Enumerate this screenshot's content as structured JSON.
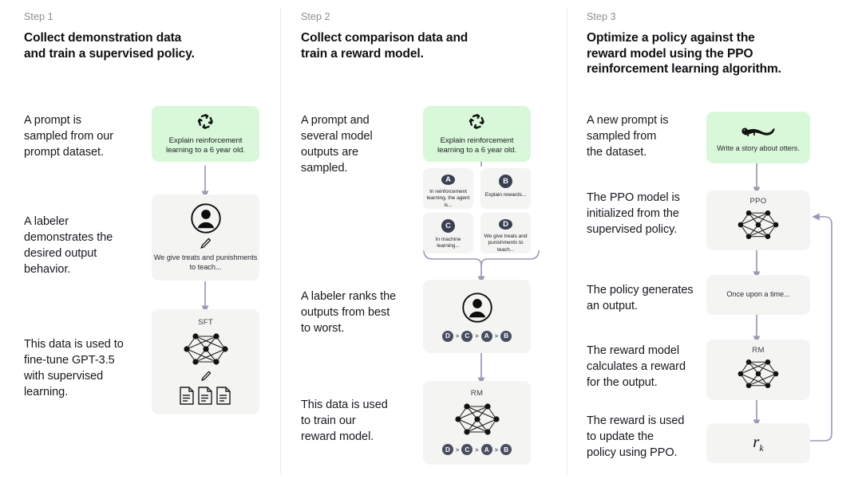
{
  "accent": {
    "green_card": "#d9f7d9",
    "gray_card": "#f4f4f2",
    "arrow": "#9a9ab4",
    "badge": "#3b3f52",
    "divider": "#ececec"
  },
  "columns": [
    {
      "step_label": "Step 1",
      "title": "Collect demonstration data\nand train a supervised policy.",
      "title_lines": [
        "Collect demonstration data",
        "and train a supervised policy."
      ],
      "descriptions": [
        "A prompt is\nsampled from our\nprompt dataset.",
        "A labeler\ndemonstrates the\ndesired output\nbehavior.",
        "This data is used to\nfine-tune GPT-3.5\nwith supervised\nlearning."
      ],
      "cards": [
        {
          "kind": "green",
          "icon": "cycle-icon",
          "text": "Explain reinforcement learning to a 6 year old."
        },
        {
          "kind": "gray",
          "icon": "labeler-person-icon",
          "sub_icon": "pencil-icon",
          "text": "We give treats and punishments to teach..."
        },
        {
          "kind": "gray",
          "title": "SFT",
          "icon": "neural-network-icon",
          "sub_icon": "pencil-icon",
          "extra_icon": "documents-icon"
        }
      ]
    },
    {
      "step_label": "Step 2",
      "title": "Collect comparison data and\ntrain a reward model.",
      "title_lines": [
        "Collect comparison data and",
        "train a reward model."
      ],
      "descriptions": [
        "A prompt and\nseveral model\noutputs are\nsampled.",
        "A labeler ranks the\noutputs from best\nto worst.",
        "This data is used\nto train our\nreward model."
      ],
      "cards": [
        {
          "kind": "green",
          "icon": "cycle-icon",
          "text": "Explain reinforcement learning to a 6 year old."
        },
        {
          "kind": "gray",
          "icon": "labeler-person-icon",
          "ranking": [
            "D",
            "C",
            "A",
            "B"
          ]
        },
        {
          "kind": "gray",
          "title": "RM",
          "icon": "neural-network-icon",
          "ranking": [
            "D",
            "C",
            "A",
            "B"
          ]
        }
      ],
      "options": [
        {
          "badge": "A",
          "text": "In reinforcement learning, the agent is..."
        },
        {
          "badge": "B",
          "text": "Explain rewards..."
        },
        {
          "badge": "C",
          "text": "In machine learning..."
        },
        {
          "badge": "D",
          "text": "We give treats and punishments to teach..."
        }
      ]
    },
    {
      "step_label": "Step 3",
      "title": "Optimize a policy against the\nreward model using the PPO\nreinforcement learning algorithm.",
      "title_lines": [
        "Optimize a policy against the",
        "reward model using the PPO",
        "reinforcement learning algorithm."
      ],
      "descriptions": [
        "A new prompt is\nsampled from\nthe dataset.",
        "The PPO model is\ninitialized from the\nsupervised policy.",
        "The policy generates\nan output.",
        "The reward model\ncalculates a reward\nfor the output.",
        "The reward is used\nto update the\npolicy using PPO."
      ],
      "cards": [
        {
          "kind": "green",
          "icon": "otter-icon",
          "text": "Write a story about otters."
        },
        {
          "kind": "gray",
          "title": "PPO",
          "icon": "neural-network-icon"
        },
        {
          "kind": "gray",
          "text": "Once upon a time..."
        },
        {
          "kind": "gray",
          "title": "RM",
          "icon": "neural-network-icon"
        },
        {
          "kind": "gray",
          "formula": "r",
          "formula_sub": "k"
        }
      ],
      "feedback_loop_label": "reward-feedback-loop"
    }
  ]
}
